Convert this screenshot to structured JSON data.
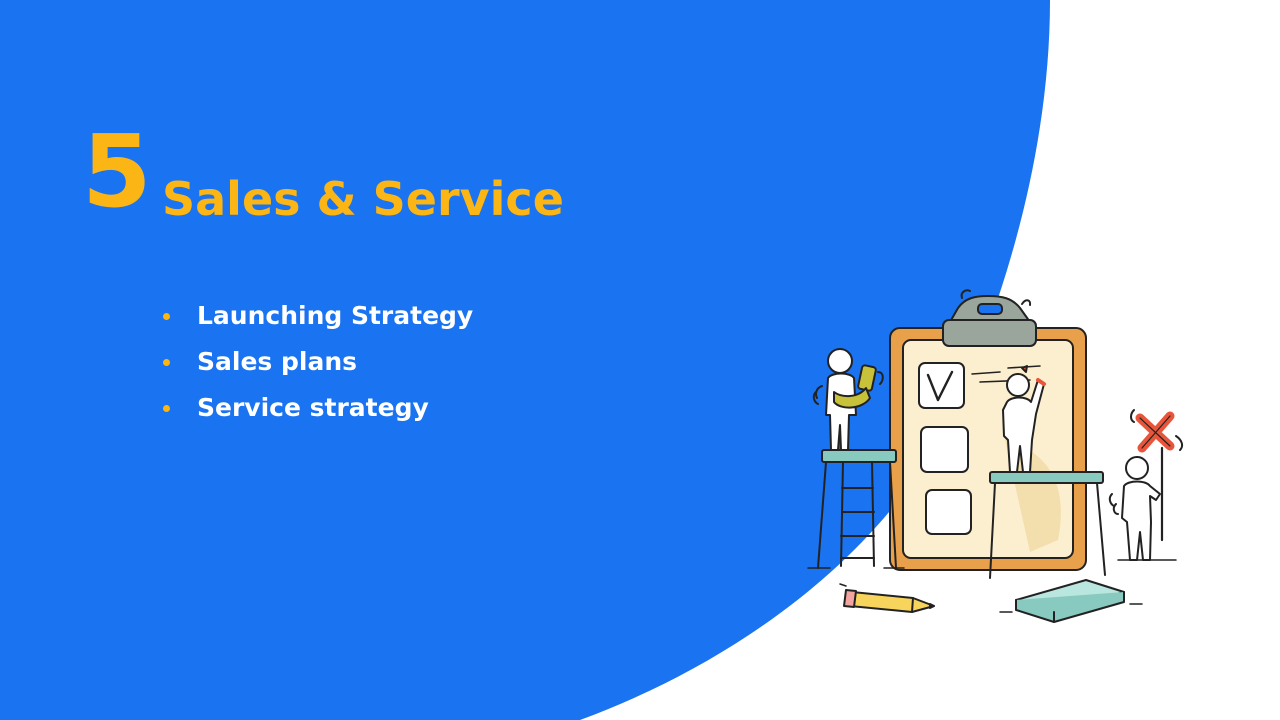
{
  "slide": {
    "section_number": "5",
    "section_title": "Sales & Service",
    "bullets": [
      "Launching Strategy",
      "Sales plans",
      "Service strategy"
    ]
  },
  "colors": {
    "background_blue": "#1A73F0",
    "accent_orange": "#FBB515",
    "text_white": "#FFFFFF"
  },
  "illustration": {
    "icons": [
      "clipboard-icon",
      "checkmark-icon",
      "cross-mark-icon",
      "pencil-icon",
      "ladder-icon",
      "person-icon",
      "tray-icon"
    ]
  }
}
